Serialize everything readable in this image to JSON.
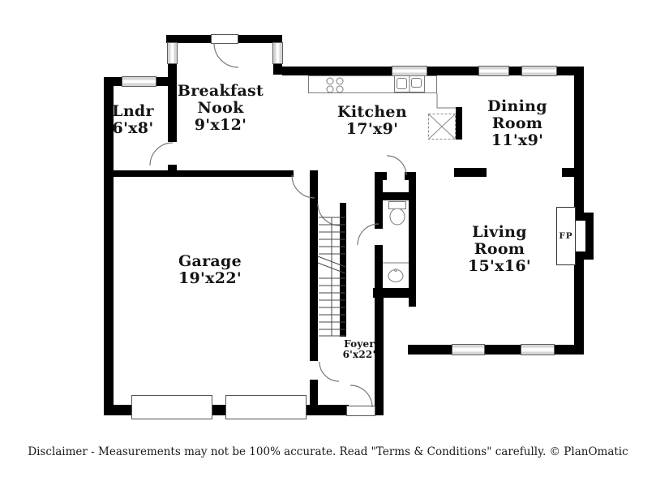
{
  "rooms": {
    "breakfast_nook": {
      "name": "Breakfast\nNook",
      "dims": "9'x12'"
    },
    "laundry": {
      "name": "Lndr",
      "dims": "6'x8'"
    },
    "kitchen": {
      "name": "Kitchen",
      "dims": "17'x9'"
    },
    "dining_room": {
      "name": "Dining\nRoom",
      "dims": "11'x9'"
    },
    "living_room": {
      "name": "Living\nRoom",
      "dims": "15'x16'"
    },
    "garage": {
      "name": "Garage",
      "dims": "19'x22'"
    },
    "foyer": {
      "name": "Foyer",
      "dims": "6'x22'"
    },
    "fireplace": {
      "label": "FP"
    }
  },
  "footer": {
    "disclaimer": "Disclaimer - Measurements may not be 100% accurate. Read \"Terms & Conditions\" carefully. © PlanOmatic"
  },
  "colors": {
    "wall": "#000000",
    "window_fill": "#d6d6d6",
    "fixture_line": "#7a7a7a"
  }
}
